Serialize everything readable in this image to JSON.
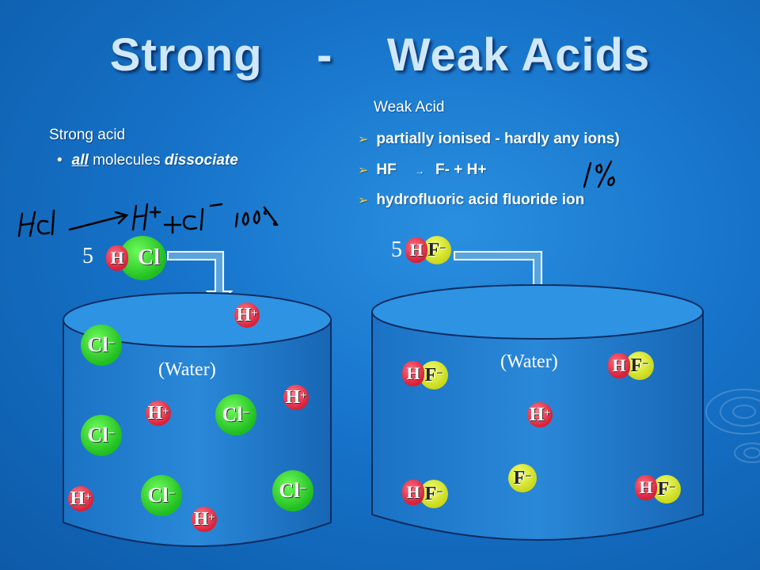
{
  "title": "Strong    -    Weak Acids",
  "strong": {
    "heading": "Strong acid",
    "bullet_em": "all",
    "bullet_mid": " molecules ",
    "bullet_em2": "dissociate",
    "handwriting": "HCl → H+ + Cl−  100%",
    "count": "5",
    "molecule_h": "H",
    "molecule_cl": "Cl",
    "water": "(Water)",
    "h_ion": "H",
    "h_charge": "+",
    "cl_ion": "Cl",
    "cl_charge": "−"
  },
  "weak": {
    "heading": "Weak Acid",
    "items": [
      "partially ionised - hardly any ions)",
      "HF",
      "hydrofluoric acid   fluoride ion"
    ],
    "eq_arrow": "→",
    "eq_rhs": "F- + H+",
    "handwriting": "1%",
    "count": "5",
    "molecule_h": "H",
    "f_ion": "F",
    "f_charge": "−",
    "water": "(Water)",
    "h_ion": "H",
    "h_charge": "+"
  },
  "colors": {
    "hydrogen": "#d8203a",
    "chloride": "#1fbd20",
    "fluoride": "#c9d81a",
    "bullet": "#f2d24b"
  }
}
